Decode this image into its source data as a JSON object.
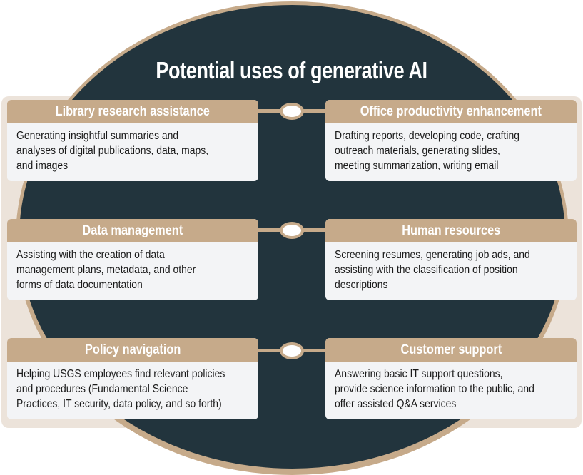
{
  "title": "Potential uses of generative AI",
  "colors": {
    "dark_fill": "#22343d",
    "tan_accent": "#c6aa8a",
    "backdrop": "#ece3da",
    "card_body": "#f3f4f6",
    "text": "#1a1a1a"
  },
  "connector_icon": "oval-node",
  "rows": [
    {
      "left": {
        "heading": "Library research assistance",
        "lines": [
          "Generating insightful summaries and",
          "analyses of digital publications, data, maps,",
          "and images"
        ]
      },
      "right": {
        "heading": "Office productivity enhancement",
        "lines": [
          "Drafting reports, developing code, crafting",
          "outreach materials, generating slides,",
          "meeting summarization, writing email"
        ]
      }
    },
    {
      "left": {
        "heading": "Data management",
        "lines": [
          "Assisting with the creation of data",
          "management plans, metadata, and other",
          "forms of data documentation"
        ]
      },
      "right": {
        "heading": "Human resources",
        "lines": [
          "Screening resumes, generating job ads, and",
          "assisting with the classification of position",
          "descriptions"
        ]
      }
    },
    {
      "left": {
        "heading": "Policy navigation",
        "lines": [
          "Helping USGS employees find relevant policies",
          "and procedures (Fundamental Science",
          "Practices, IT security, data policy, and so forth)"
        ]
      },
      "right": {
        "heading": "Customer support",
        "lines": [
          "Answering basic IT support questions,",
          "provide science information to the public, and",
          "offer assisted Q&A services"
        ]
      }
    }
  ]
}
